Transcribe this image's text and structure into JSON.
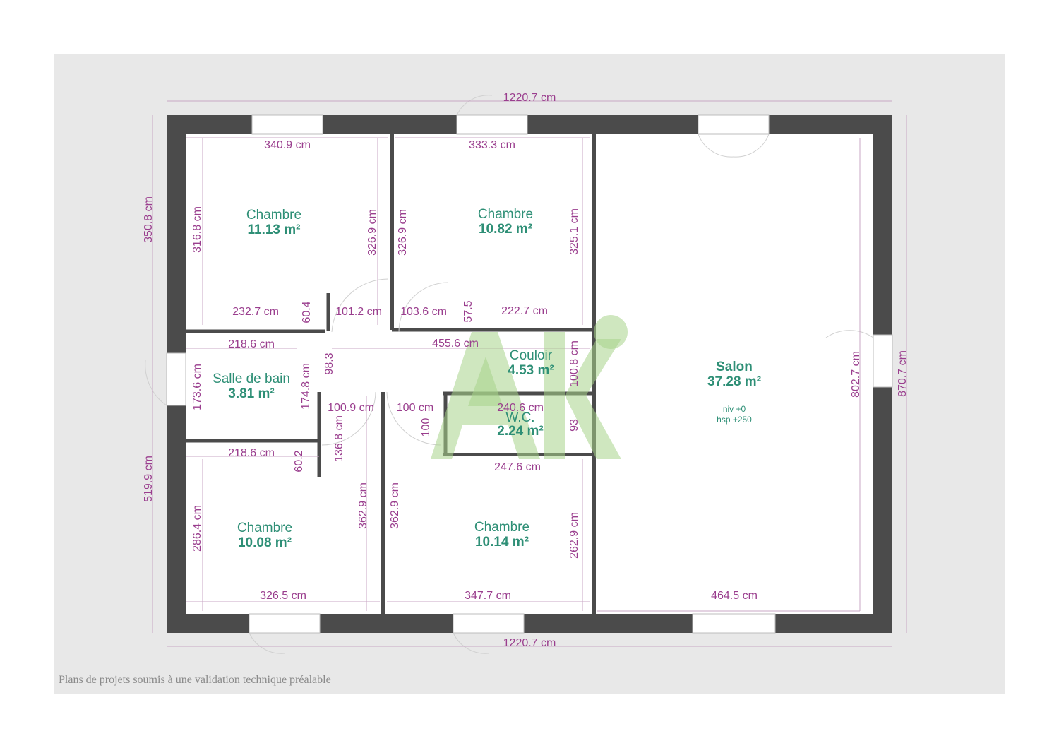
{
  "colors": {
    "page_background": "#e8e8e8",
    "wall": "#4b4b4b",
    "floor": "#ffffff",
    "dimension_text": "#9a3e8e",
    "room_text": "#2e8f76",
    "watermark": "#a8d48a"
  },
  "watermark": {
    "text": "AKI"
  },
  "footer_note": "Plans de projets soumis à une validation technique préalable",
  "rooms": [
    {
      "name": "Chambre",
      "area": "11.13 m²"
    },
    {
      "name": "Chambre",
      "area": "10.82 m²"
    },
    {
      "name": "Salle de bain",
      "area": "3.81 m²"
    },
    {
      "name": "Couloir",
      "area": "4.53 m²"
    },
    {
      "name": "W.C.",
      "area": "2.24 m²"
    },
    {
      "name": "Chambre",
      "area": "10.08 m²"
    },
    {
      "name": "Chambre",
      "area": "10.14 m²"
    },
    {
      "name": "Salon",
      "area": "37.28 m²",
      "level": "niv +0",
      "ceiling": "hsp +250"
    }
  ],
  "dimensions": {
    "overall_top": "1220.7 cm",
    "overall_bottom": "1220.7 cm",
    "left_upper": "350.8 cm",
    "left_lower": "519.9 cm",
    "right_overall": "870.7 cm",
    "labels": [
      "340.9 cm",
      "333.3 cm",
      "316.8 cm",
      "326.9 cm",
      "326.9 cm",
      "325.1 cm",
      "232.7 cm",
      "60.4",
      "101.2 cm",
      "103.6 cm",
      "57.5",
      "222.7 cm",
      "218.6 cm",
      "98.3",
      "455.6 cm",
      "100.8 cm",
      "173.6 cm",
      "174.8 cm",
      "100.9 cm",
      "100 cm",
      "240.6 cm",
      "100",
      "93",
      "136.8 cm",
      "218.6 cm",
      "60.2",
      "247.6 cm",
      "286.4 cm",
      "362.9 cm",
      "362.9 cm",
      "262.9 cm",
      "326.5 cm",
      "347.7 cm",
      "464.5 cm",
      "802.7 cm"
    ]
  }
}
